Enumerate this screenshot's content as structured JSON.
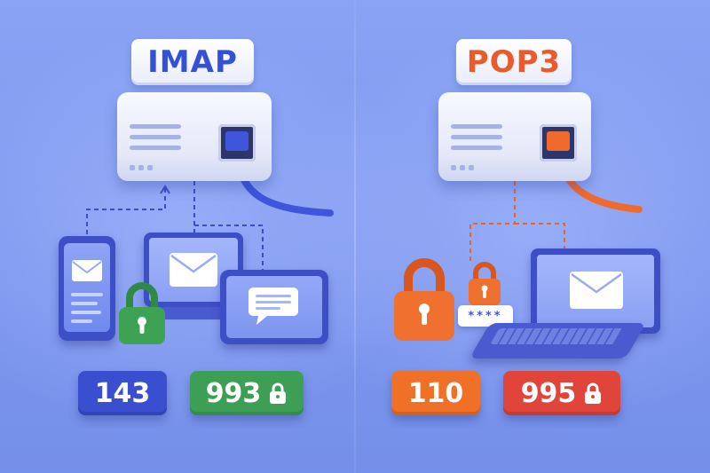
{
  "imap": {
    "title": "IMAP",
    "ports": {
      "plain": "143",
      "secure": "993"
    },
    "colors": {
      "accent": "#3550d8",
      "cable": "#3e55dc",
      "plain_badge": "#3a4fd0",
      "secure_badge": "#3d9f55"
    },
    "devices": [
      "phone-icon",
      "laptop-icon",
      "tablet-icon",
      "padlock-icon"
    ]
  },
  "pop3": {
    "title": "POP3",
    "ports": {
      "plain": "110",
      "secure": "995"
    },
    "password_mask": "****",
    "colors": {
      "accent": "#ea5a2a",
      "cable": "#f06a2e",
      "plain_badge": "#f07028",
      "secure_badge": "#e0443a"
    },
    "devices": [
      "padlock-icon",
      "padlock-icon",
      "password-field",
      "laptop-icon"
    ]
  },
  "colors": {
    "background": "#7f9af0",
    "server_body": "#eef1fb",
    "device_body": "#3d4fc7",
    "lock_green": "#3ea255",
    "lock_orange": "#f07030"
  }
}
